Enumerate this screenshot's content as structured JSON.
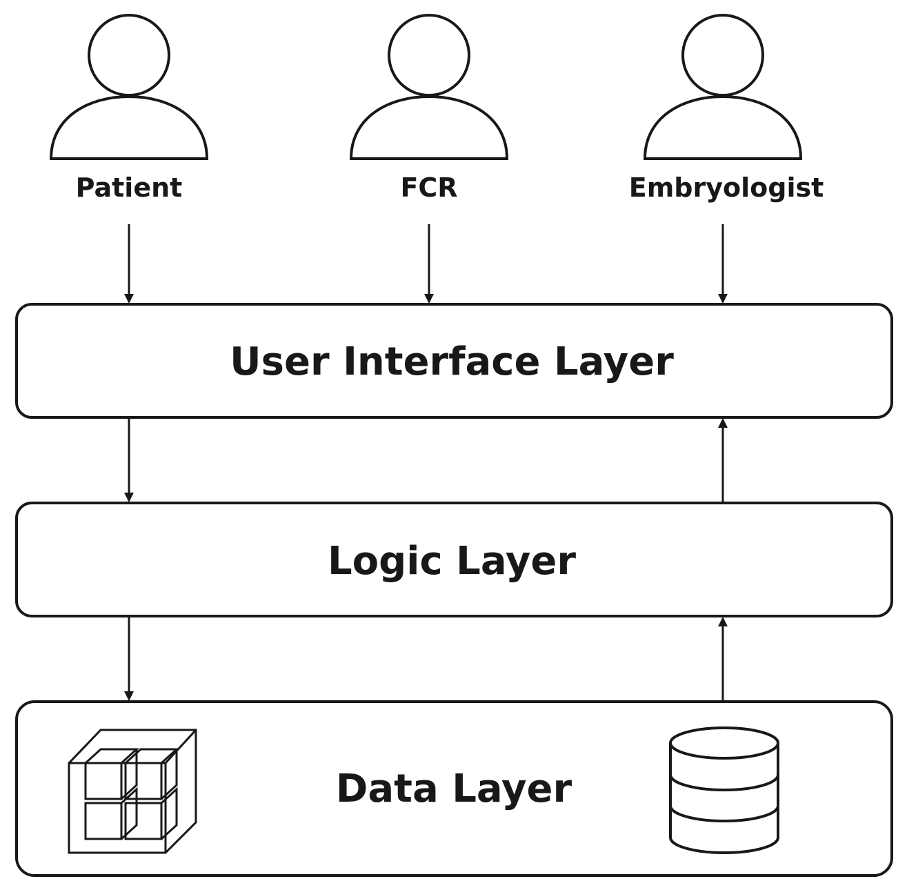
{
  "actors": [
    {
      "label": "Patient",
      "icon": "person-icon"
    },
    {
      "label": "FCR",
      "icon": "person-icon"
    },
    {
      "label": "Embryologist",
      "icon": "person-icon"
    }
  ],
  "layers": {
    "ui": {
      "label": "User Interface Layer"
    },
    "logic": {
      "label": "Logic Layer"
    },
    "data": {
      "label": "Data Layer",
      "icons": [
        "cubes-icon",
        "database-icon"
      ]
    }
  },
  "colors": {
    "stroke": "#1a171b",
    "background": "#ffffff"
  }
}
